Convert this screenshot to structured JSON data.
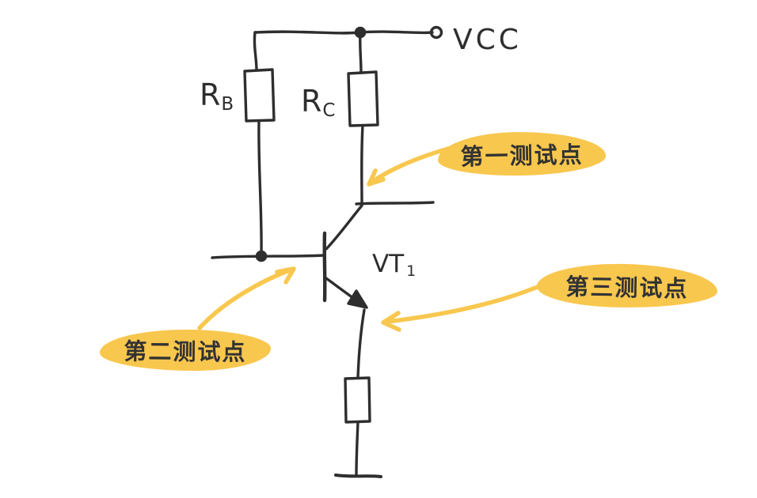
{
  "diagram": {
    "labels": {
      "vcc": "VCC",
      "rb_main": "R",
      "rb_sub": "B",
      "rc_main": "R",
      "rc_sub": "C",
      "vt_main": "VT",
      "vt_sub": "1"
    },
    "annotations": {
      "test_point_1": "第一测试点",
      "test_point_2": "第二测试点",
      "test_point_3": "第三测试点"
    },
    "colors": {
      "ink": "#2e2e2e",
      "highlight": "#F8C74E",
      "background": "#ffffff"
    }
  }
}
